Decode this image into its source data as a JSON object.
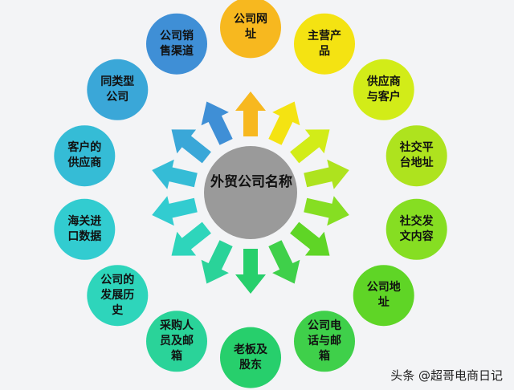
{
  "center": {
    "label": "外贸公司名称",
    "color": "#9a9a9a"
  },
  "nodes": [
    {
      "label": "公司网\n址",
      "color": "#f7b81f"
    },
    {
      "label": "主营产\n品",
      "color": "#f4e312"
    },
    {
      "label": "供应商\n与客户",
      "color": "#d2ec18"
    },
    {
      "label": "社交平\n台地址",
      "color": "#aee31e"
    },
    {
      "label": "社交发\n文内容",
      "color": "#86de22"
    },
    {
      "label": "公司地\n址",
      "color": "#5fd526"
    },
    {
      "label": "公司电\n话与邮\n箱",
      "color": "#3fd04a"
    },
    {
      "label": "老板及\n股东",
      "color": "#27cf6c"
    },
    {
      "label": "采购人\n员及邮\n箱",
      "color": "#2ad399"
    },
    {
      "label": "公司的\n发展历\n史",
      "color": "#2ed5bb"
    },
    {
      "label": "海关进\n口数据",
      "color": "#32ccd0"
    },
    {
      "label": "客户的\n供应商",
      "color": "#35bcd6"
    },
    {
      "label": "同类型\n公司",
      "color": "#3aa7d8"
    },
    {
      "label": "公司销\n售渠道",
      "color": "#3f8fd6"
    }
  ],
  "watermark": "头条 @超哥电商日记"
}
